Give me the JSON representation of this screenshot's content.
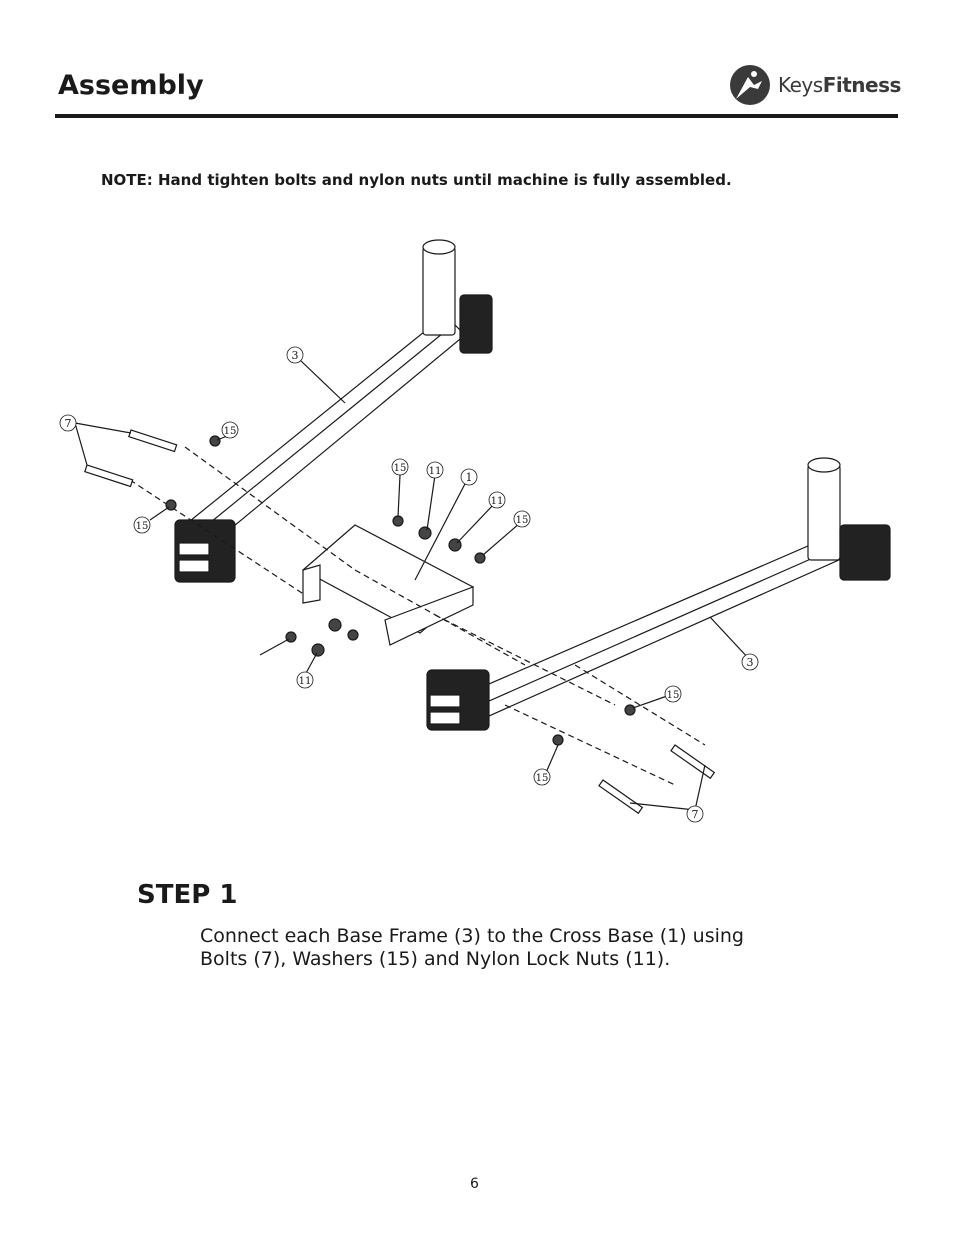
{
  "header": {
    "title": "Assembly",
    "logo": {
      "text_bold_prefix": "Keys",
      "text_main": "Fitness",
      "icon": "runner-logo-icon"
    }
  },
  "note": "NOTE:  Hand tighten bolts and nylon nuts until machine is fully assembled.",
  "diagram": {
    "callouts": [
      "3",
      "7",
      "15",
      "15",
      "11",
      "1",
      "11",
      "15",
      "15",
      "11",
      "3",
      "15",
      "15",
      "7"
    ]
  },
  "step": {
    "title": "STEP 1",
    "body": "Connect each Base Frame (3) to the Cross Base (1) using Bolts (7), Washers (15) and Nylon Lock Nuts (11)."
  },
  "page_number": "6",
  "colors": {
    "text": "#1a1a1a",
    "rule": "#1a1a1a"
  }
}
